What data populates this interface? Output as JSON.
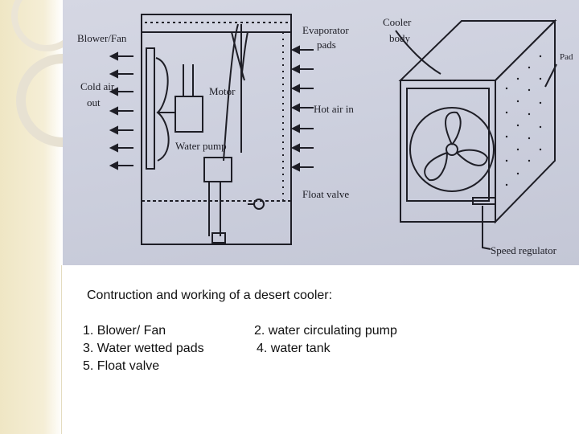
{
  "diagram": {
    "left_labels": {
      "blower_fan": "Blower/Fan",
      "cold_air_line1": "Cold air",
      "cold_air_line2": "out",
      "motor": "Motor",
      "water_pump": "Water pump"
    },
    "right_labels": {
      "evaporator_line1": "Evaporator",
      "evaporator_line2": "pads",
      "hot_air_in": "Hot air in",
      "float_valve": "Float valve"
    },
    "cooler_labels": {
      "cooler_line1": "Cooler",
      "cooler_line2": "body",
      "pad": "Pad",
      "speed_regulator": "Speed regulator"
    }
  },
  "caption": "Contruction and working of a desert cooler:",
  "parts": [
    "1.  Blower/ Fan",
    "2. water circulating pump",
    "3.  Water wetted pads",
    "4. water tank",
    "5.    Float valve"
  ],
  "colors": {
    "ink": "#1e1e26",
    "photo_bg": "#cdd0de",
    "strip": "#efe6c4"
  }
}
